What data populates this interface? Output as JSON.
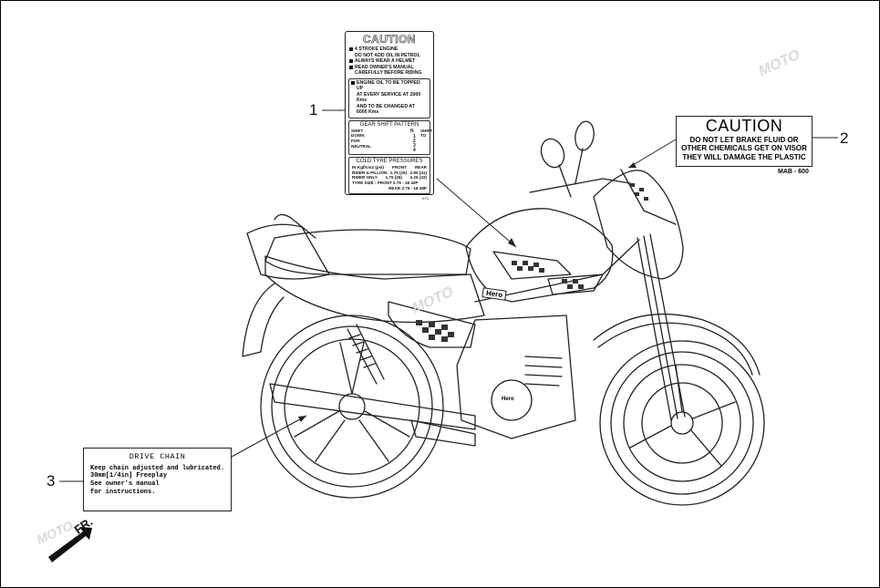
{
  "callouts": {
    "c1": "1",
    "c2": "2",
    "c3": "3"
  },
  "label1": {
    "title": "CAUTION",
    "warnings": [
      "4 STROKE ENGINE",
      "DO NOT ADD OIL IN PETROL",
      "ALWAYS WEAR A HELMET",
      "READ OWNER'S MANUAL",
      "CAREFULLY BEFORE RIDING"
    ],
    "oil": [
      "ENGINE OIL TO BE TOPPED UP",
      "AT EVERY SERVICE AT 2000 Kms",
      "AND TO BE CHANGED AT 6000 Kms"
    ],
    "gear": {
      "title": "GEAR SHIFT PATTERN",
      "left": [
        "SHIFT",
        "DOWN",
        "FOR",
        "NEUTRAL"
      ],
      "right": [
        "SHIFT",
        "TO"
      ],
      "positions": [
        "N",
        "1",
        "2",
        "3",
        "4"
      ]
    },
    "tyre": {
      "title": "COLD TYRE PRESSURES",
      "header": [
        "IN Kgf/cm2 (psi)",
        "FRONT",
        "REAR"
      ],
      "rows": [
        [
          "RIDER & PILLION",
          "1.75 (25)",
          "2.80 (41)"
        ],
        [
          "RIDER ONLY",
          "1.75 (25)",
          "2.25 (33)"
        ]
      ],
      "size_front": "TYRE SIZE : FRONT 2.75 - 18 42P",
      "size_rear": "REAR  2.75 - 18 48P",
      "code": "KTC"
    }
  },
  "label2": {
    "title": "CAUTION",
    "lines": [
      "DO NOT LET BRAKE FLUID OR",
      "OTHER CHEMICALS GET ON VISOR",
      "THEY WILL DAMAGE THE PLASTIC"
    ],
    "code": "MAB - 600"
  },
  "label3": {
    "title": "DRIVE CHAIN",
    "lines": [
      "Keep chain adjusted and lubricated.",
      "30mm[1/4in] Freeplay",
      "See owner's manual",
      "for instructions."
    ]
  },
  "direction": {
    "label": "FR."
  },
  "bike_badges": {
    "tank": "Hero",
    "engine": "Hero"
  },
  "watermark": {
    "text": "MOTO"
  },
  "colors": {
    "line": "#222222",
    "watermark_red": "#e8a0a0",
    "watermark_blue": "#a8b8e0"
  }
}
